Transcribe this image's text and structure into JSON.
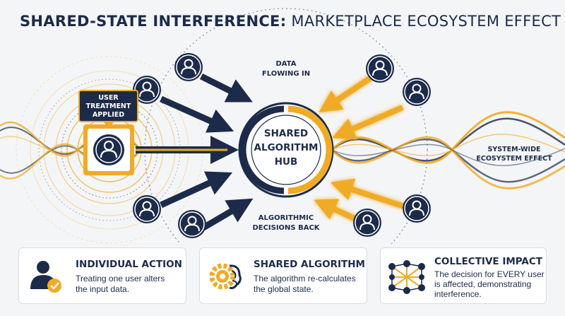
{
  "title": {
    "bold": "SHARED-STATE INTERFERENCE:",
    "regular": "MARKETPLACE ECOSYSTEM EFFECT"
  },
  "diagram": {
    "data_in": [
      "DATA",
      "FLOWING IN"
    ],
    "treatment": [
      "USER",
      "TREATMENT",
      "APPLIED"
    ],
    "hub": [
      "SHARED",
      "ALGORITHM",
      "HUB"
    ],
    "system_effect": [
      "SYSTEM-WIDE",
      "ECOSYSTEM EFFECT"
    ],
    "decisions": [
      "ALGORITHMIC",
      "DECISIONS BACK"
    ]
  },
  "cards": [
    {
      "heading": "INDIVIDUAL ACTION",
      "lines": [
        "Treating one user alters",
        "the input data."
      ],
      "icon": "user-check-icon"
    },
    {
      "heading": "SHARED ALGORITHM",
      "lines": [
        "The algorithm re-calculates",
        "the global state."
      ],
      "icon": "gear-brain-icon"
    },
    {
      "heading": "COLLECTIVE IMPACT",
      "lines": [
        "The decision for EVERY user",
        "is affected, demonstrating",
        "interference."
      ],
      "icon": "network-users-icon"
    }
  ],
  "colors": {
    "navy": "#1c2b4a",
    "gold": "#f0ab25",
    "background": "#f4f5f7"
  }
}
